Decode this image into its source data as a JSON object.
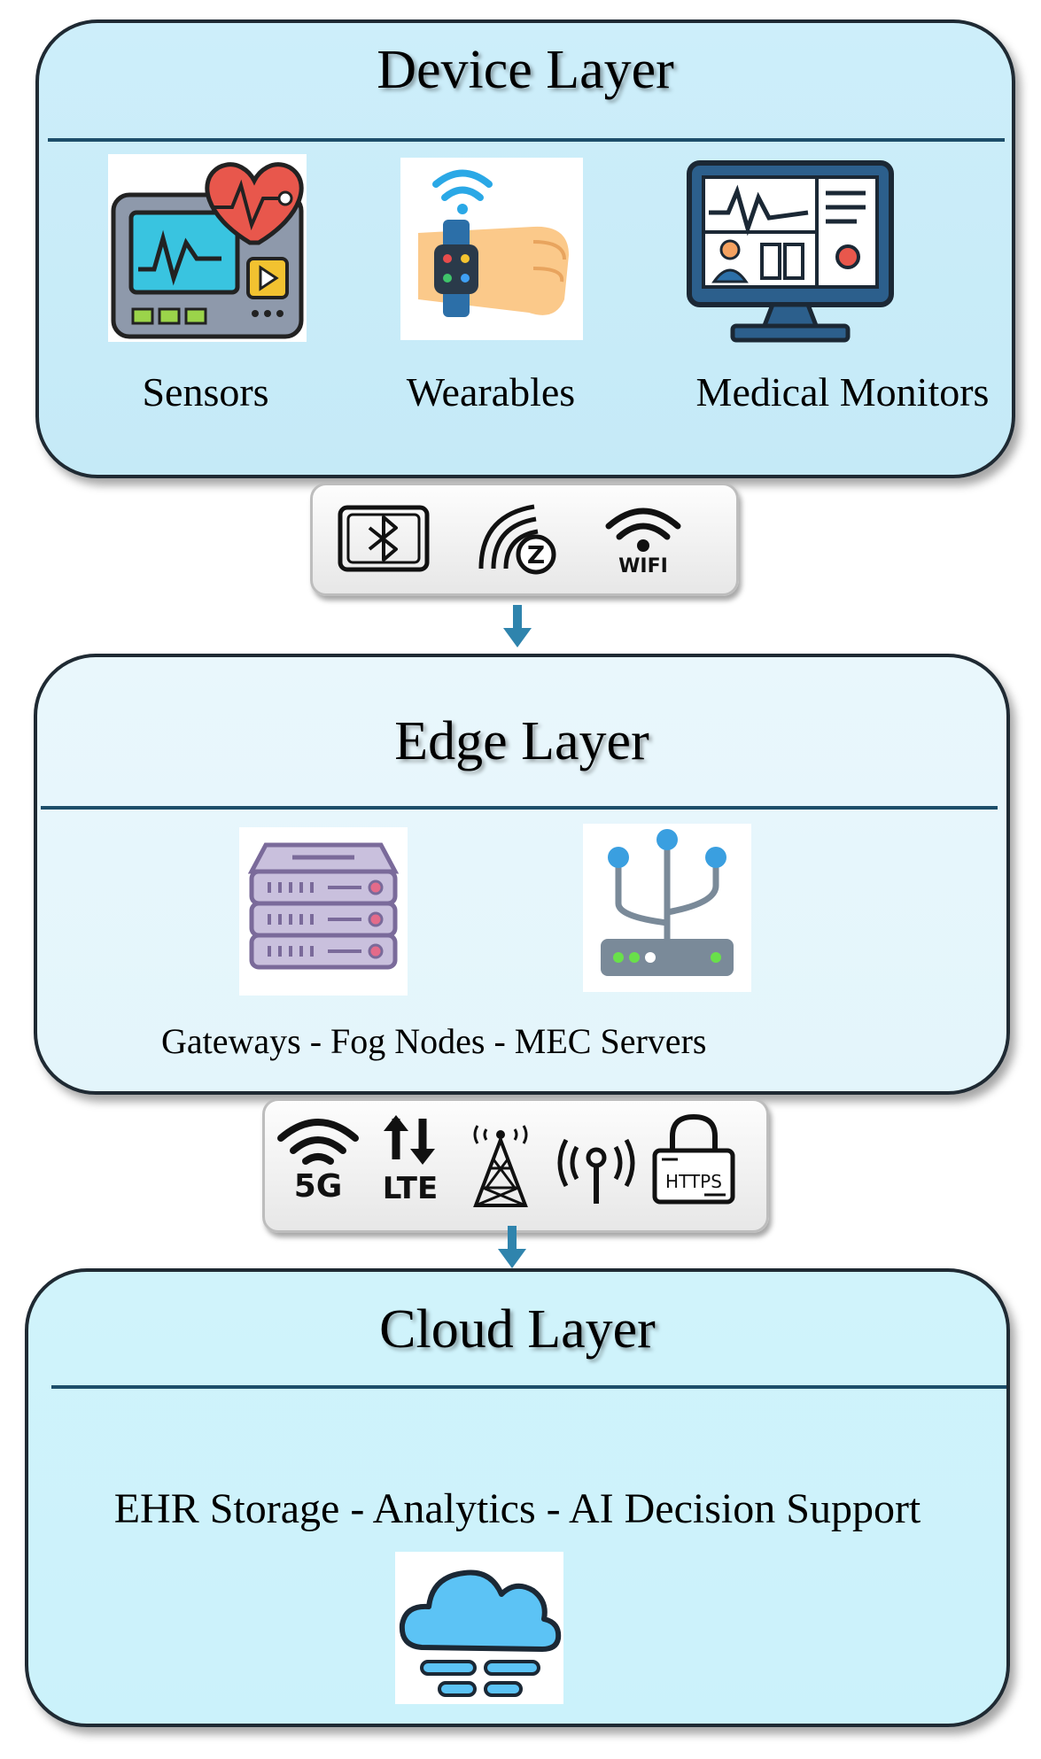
{
  "device_layer": {
    "title": "Device Layer",
    "items": [
      {
        "label": "Sensors",
        "icon": "heart-monitor-icon"
      },
      {
        "label": "Wearables",
        "icon": "smartwatch-icon"
      },
      {
        "label": "Medical Monitors",
        "icon": "medical-monitor-icon"
      }
    ]
  },
  "device_protocols": {
    "icons": [
      "bluetooth-icon",
      "zigbee-icon",
      "wifi-icon"
    ],
    "wifi_text": "WIFI",
    "zigbee_text": "Z"
  },
  "edge_layer": {
    "title": "Edge Layer",
    "icons": [
      "server-rack-icon",
      "router-icon"
    ],
    "caption": "Gateways - Fog Nodes - MEC Servers"
  },
  "edge_protocols": {
    "icons": [
      "5g-icon",
      "lte-icon",
      "cell-tower-icon",
      "antenna-signal-icon",
      "https-lock-icon"
    ],
    "text_5g": "5G",
    "text_lte": "LTE",
    "text_https": "HTTPS"
  },
  "cloud_layer": {
    "title": "Cloud Layer",
    "caption": "EHR Storage - Analytics - AI Decision Support",
    "icon": "cloud-icon"
  },
  "colors": {
    "divider": "#1d4e6a",
    "arrow": "#2f84ad",
    "border": "#1f2a33"
  }
}
